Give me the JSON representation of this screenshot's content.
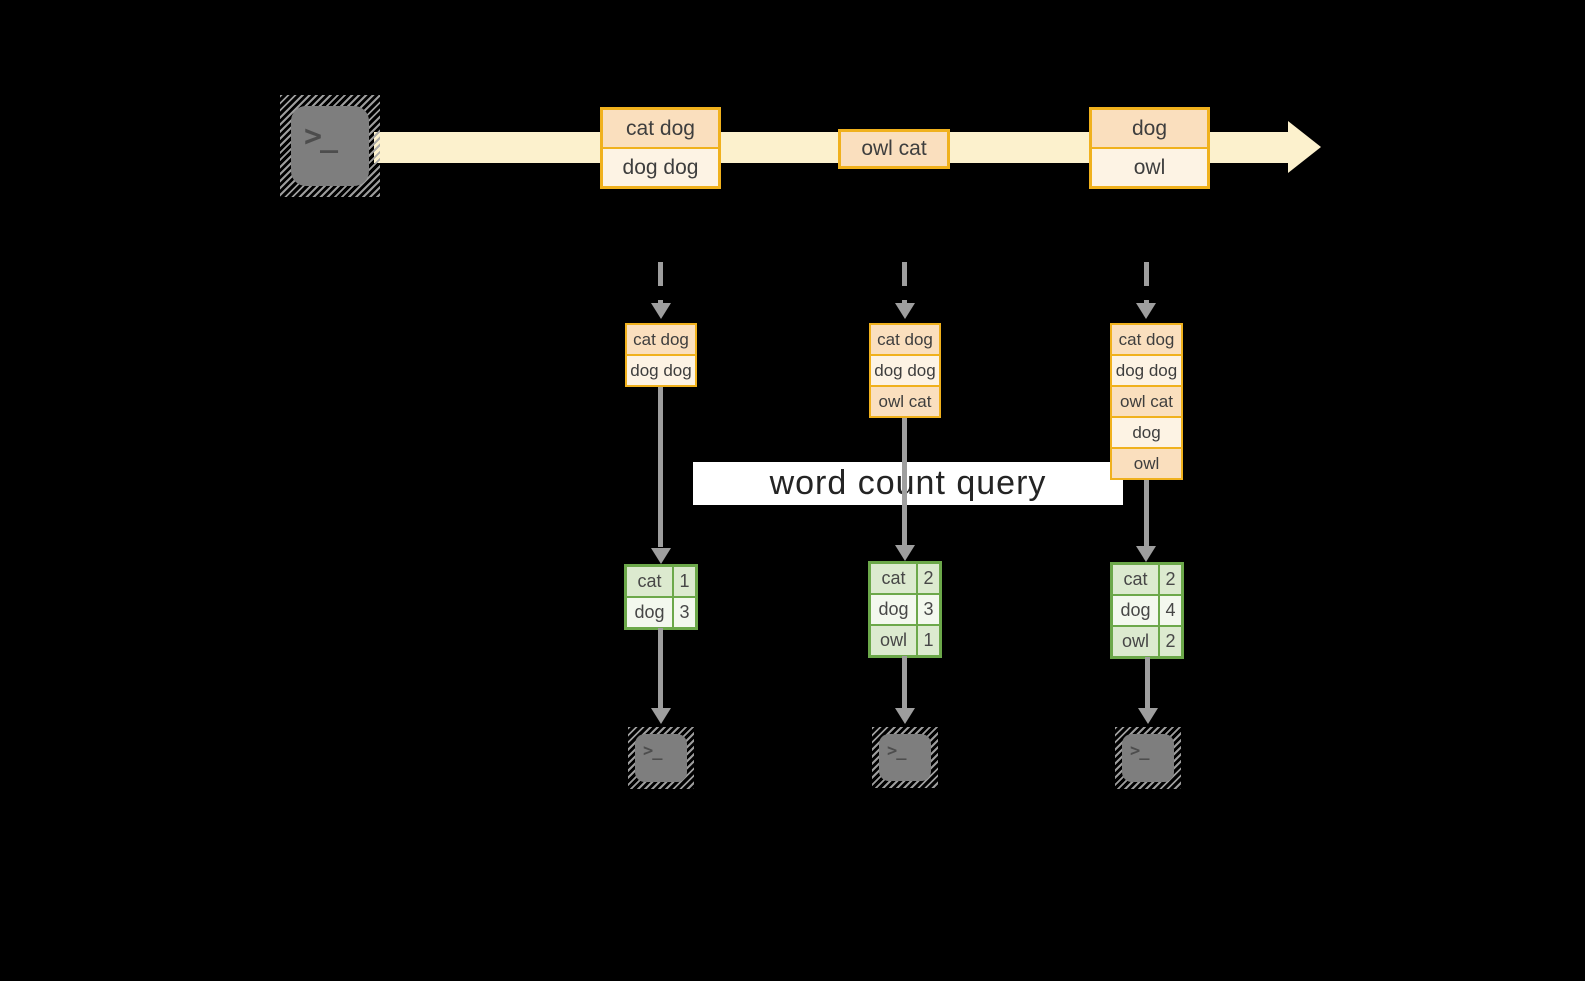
{
  "query_label": "word count query",
  "icons": {
    "terminal_prompt": ">_"
  },
  "colors": {
    "background": "#000000",
    "stream_band": "#FCF1CD",
    "event_border": "#F0B11D",
    "event_fill_dark": "#FADFBE",
    "event_fill_light": "#FDF3E4",
    "table_border": "#6CA84A",
    "table_row_green": "#DCEACF",
    "table_row_white": "#F3F8EE",
    "arrow_gray": "#9E9E9E",
    "terminal_gray": "#7E7E7E",
    "banner_bg": "#FFFFFF"
  },
  "stream": {
    "events": [
      {
        "lines": [
          "cat dog",
          "dog dog"
        ]
      },
      {
        "lines": [
          "owl cat"
        ]
      },
      {
        "lines": [
          "dog",
          "owl"
        ]
      }
    ]
  },
  "columns": [
    {
      "buffer": [
        "cat dog",
        "dog dog"
      ],
      "counts": [
        {
          "word": "cat",
          "count": "1"
        },
        {
          "word": "dog",
          "count": "3"
        }
      ]
    },
    {
      "buffer": [
        "cat dog",
        "dog dog",
        "owl cat"
      ],
      "counts": [
        {
          "word": "cat",
          "count": "2"
        },
        {
          "word": "dog",
          "count": "3"
        },
        {
          "word": "owl",
          "count": "1"
        }
      ]
    },
    {
      "buffer": [
        "cat dog",
        "dog dog",
        "owl cat",
        "dog",
        "owl"
      ],
      "counts": [
        {
          "word": "cat",
          "count": "2"
        },
        {
          "word": "dog",
          "count": "4"
        },
        {
          "word": "owl",
          "count": "2"
        }
      ]
    }
  ]
}
